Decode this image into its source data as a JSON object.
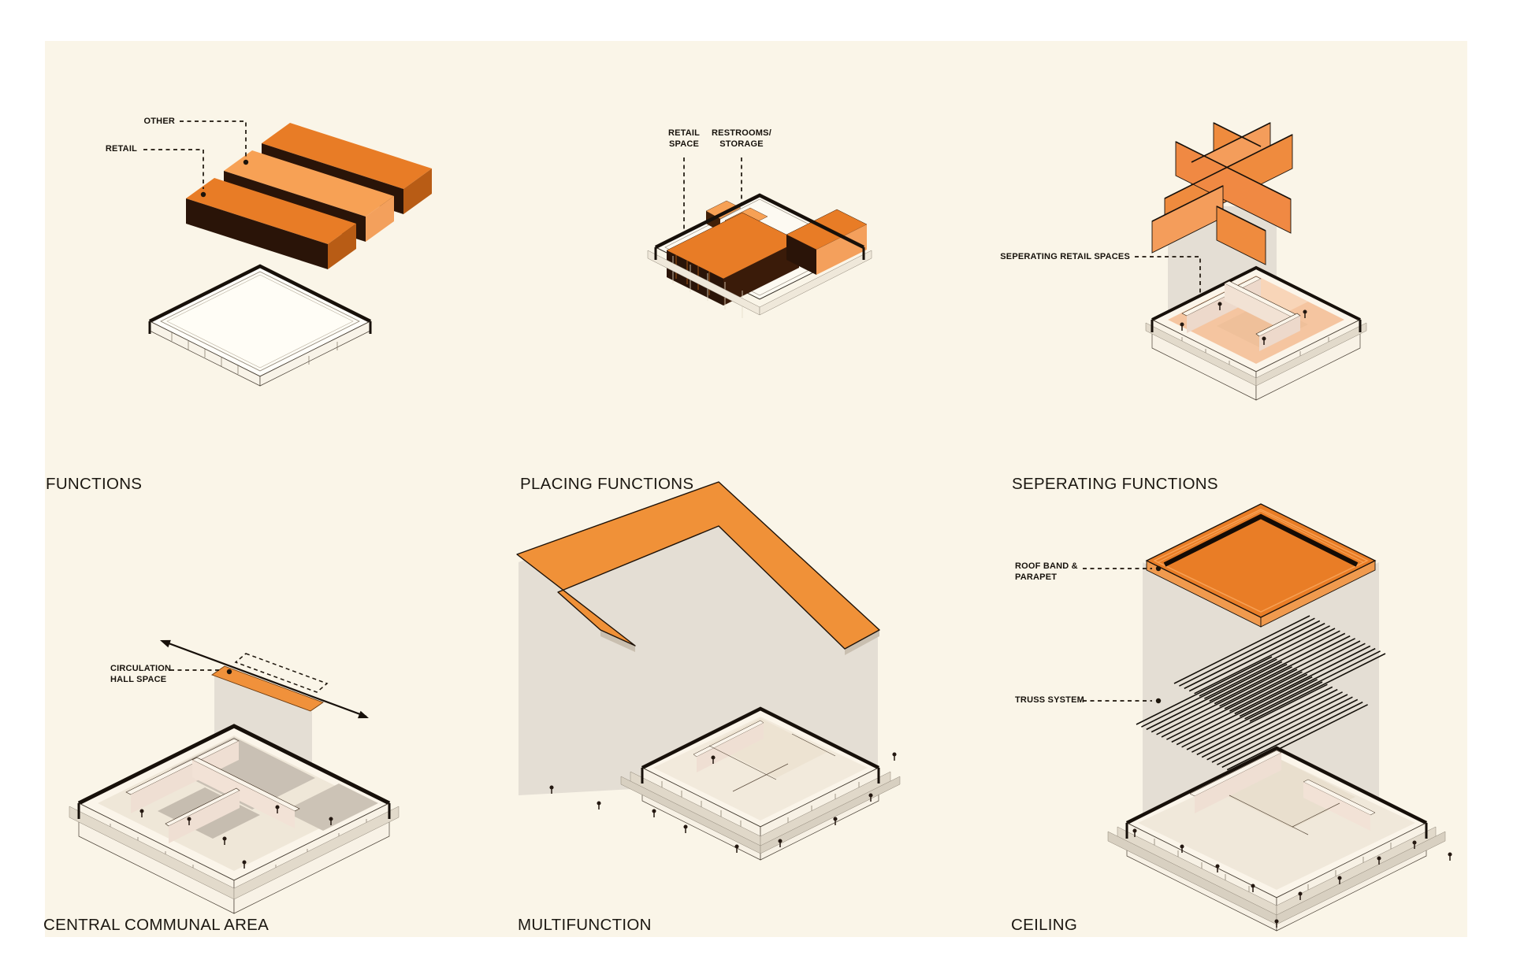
{
  "document": {
    "type": "architectural-concept-diagram-sheet",
    "background": "#ffffff",
    "canvas_color": "#FAF5E8"
  },
  "colors": {
    "orange": "#E87C26",
    "orange_light": "#F7A155",
    "orange_partition": "#EF8B3E",
    "orange_band": "#F09138",
    "dark_face": "#2A1408",
    "line_black": "#17100a",
    "projection_gray": "#E4DED4",
    "floor_peach": "#F5C5A0",
    "floor_gray": "#C9C0B4",
    "wall_pink": "#EFDFD3"
  },
  "panels": [
    {
      "title": "FUNCTIONS",
      "labels": {
        "other": "OTHER",
        "retail": "RETAIL"
      }
    },
    {
      "title": "PLACING FUNCTIONS",
      "labels": {
        "retail_line1": "RETAIL",
        "retail_line2": "SPACE",
        "restrooms_line1": "RESTROOMS/",
        "restrooms_line2": "STORAGE"
      }
    },
    {
      "title": "SEPERATING FUNCTIONS",
      "labels": {
        "seperating": "SEPERATING RETAIL SPACES"
      }
    },
    {
      "title": "CENTRAL COMMUNAL AREA",
      "labels": {
        "circulation_line1": "CIRCULATION",
        "circulation_line2": "HALL SPACE"
      }
    },
    {
      "title": "MULTIFUNCTION",
      "labels": {}
    },
    {
      "title": "CEILING",
      "labels": {
        "roof_line1": "ROOF BAND &",
        "roof_line2": "PARAPET",
        "truss": "TRUSS SYSTEM"
      }
    }
  ]
}
